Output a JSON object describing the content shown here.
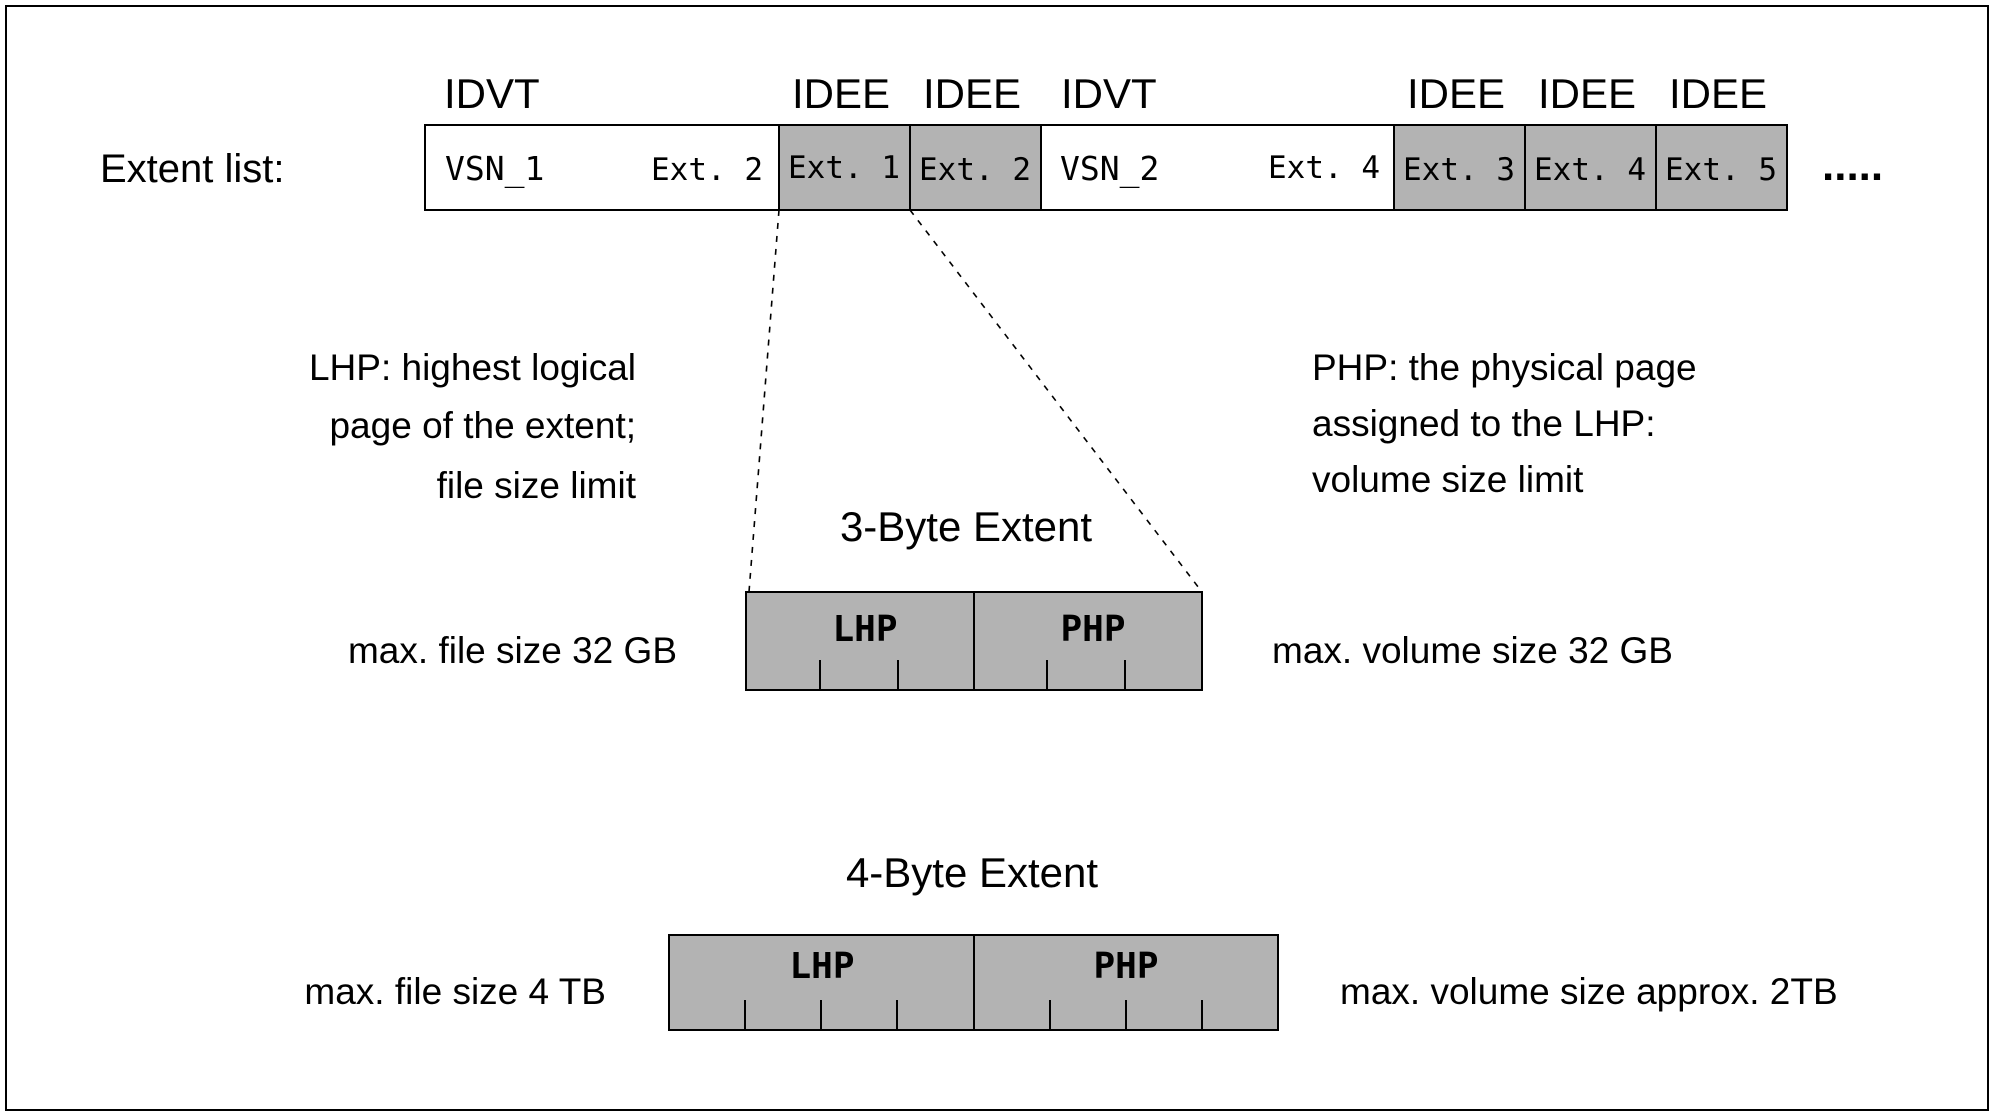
{
  "extent_list": {
    "label": "Extent list:",
    "ellipsis": ".....",
    "cells": [
      {
        "header": "IDVT",
        "left": "VSN_1",
        "right": "Ext. 2",
        "fill": "#ffffff"
      },
      {
        "header": "IDEE",
        "left": "",
        "right": "Ext. 1",
        "fill": "#b3b3b3"
      },
      {
        "header": "IDEE",
        "left": "",
        "right": "Ext. 2",
        "fill": "#b3b3b3"
      },
      {
        "header": "IDVT",
        "left": "VSN_2",
        "right": "Ext. 4",
        "fill": "#ffffff"
      },
      {
        "header": "IDEE",
        "left": "",
        "right": "Ext. 3",
        "fill": "#b3b3b3"
      },
      {
        "header": "IDEE",
        "left": "",
        "right": "Ext. 4",
        "fill": "#b3b3b3"
      },
      {
        "header": "IDEE",
        "left": "",
        "right": "Ext. 5",
        "fill": "#b3b3b3"
      }
    ]
  },
  "notes": {
    "lhp": [
      "LHP: highest logical",
      "page of the extent;",
      "file size limit"
    ],
    "php": [
      "PHP: the physical page",
      "assigned to the LHP:",
      "volume size limit"
    ]
  },
  "three_byte": {
    "title": "3-Byte Extent",
    "left_field": "LHP",
    "right_field": "PHP",
    "left_caption": "max. file size 32 GB",
    "right_caption": "max. volume size 32 GB"
  },
  "four_byte": {
    "title": "4-Byte Extent",
    "left_field": "LHP",
    "right_field": "PHP",
    "left_caption": "max. file size 4 TB",
    "right_caption": "max. volume size approx. 2TB"
  },
  "colors": {
    "grey_fill": "#b3b3b3",
    "border": "#000000"
  }
}
